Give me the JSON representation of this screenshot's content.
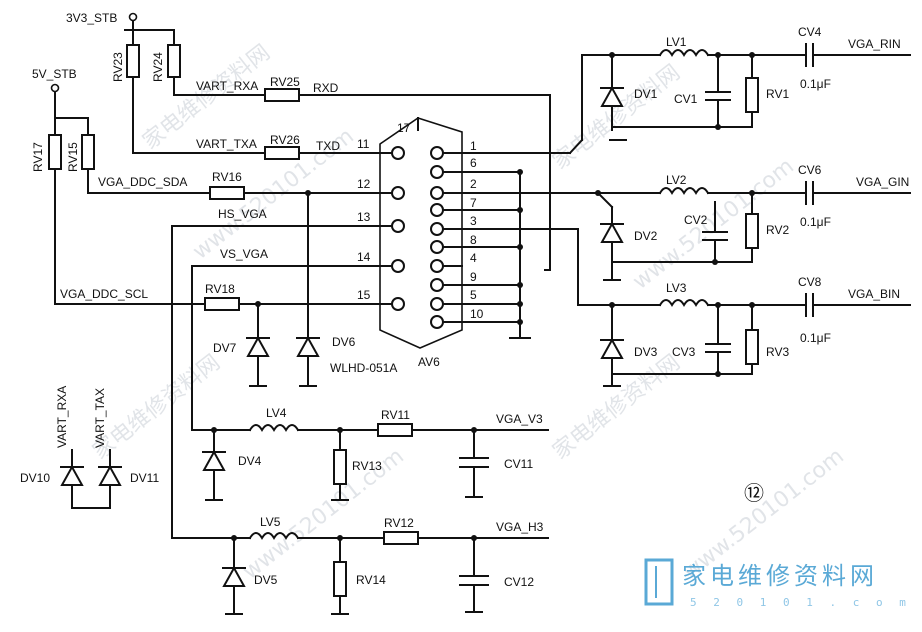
{
  "net_labels": {
    "v3v3_stb": "3V3_STB",
    "v5v_stb": "5V_STB",
    "vart_rxa": "VART_RXA",
    "rxd": "RXD",
    "vart_txa": "VART_TXA",
    "txd": "TXD",
    "vga_ddc_sda": "VGA_DDC_SDA",
    "hs_vga": "HS_VGA",
    "vs_vga": "VS_VGA",
    "vga_ddc_scl": "VGA_DDC_SCL",
    "vga_rin": "VGA_RIN",
    "vga_gin": "VGA_GIN",
    "vga_bin": "VGA_BIN",
    "vga_v3": "VGA_V3",
    "vga_h3": "VGA_H3",
    "vart_rxa_v": "VART_RXA",
    "vart_tax_v": "VART_TAX"
  },
  "components": {
    "rv23": "RV23",
    "rv24": "RV24",
    "rv25": "RV25",
    "rv26": "RV26",
    "rv17": "RV17",
    "rv15": "RV15",
    "rv16": "RV16",
    "rv18": "RV18",
    "dv7": "DV7",
    "dv6": "DV6",
    "dv6_part": "WLHD-051A",
    "dv10": "DV10",
    "dv11": "DV11",
    "lv1": "LV1",
    "cv4": "CV4",
    "dv1": "DV1",
    "cv1": "CV1",
    "rv1": "RV1",
    "lv2": "LV2",
    "cv6": "CV6",
    "dv2": "DV2",
    "cv2": "CV2",
    "rv2": "RV2",
    "lv3": "LV3",
    "cv8": "CV8",
    "dv3": "DV3",
    "cv3": "CV3",
    "rv3": "RV3",
    "lv4": "LV4",
    "rv11": "RV11",
    "dv4": "DV4",
    "rv13": "RV13",
    "cv11": "CV11",
    "lv5": "LV5",
    "rv12": "RV12",
    "dv5": "DV5",
    "rv14": "RV14",
    "cv12": "CV12",
    "connector": "AV6"
  },
  "cap_values": {
    "cv4": "0.1μF",
    "cv6": "0.1μF",
    "cv8": "0.1μF"
  },
  "connector_pins": {
    "p1": "1",
    "p2": "2",
    "p3": "3",
    "p4": "4",
    "p5": "5",
    "p6": "6",
    "p7": "7",
    "p8": "8",
    "p9": "9",
    "p10": "10",
    "p11": "11",
    "p12": "12",
    "p13": "13",
    "p14": "14",
    "p15": "15",
    "p17": "17"
  },
  "figure_number": "⑫",
  "watermark": {
    "site_cn": "家电维修资料网",
    "url": "5 2 0 1 0 1 . c o m",
    "wm_url": "www.520101.com"
  }
}
